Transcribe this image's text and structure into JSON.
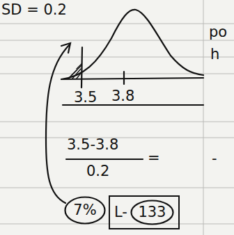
{
  "diagram": {
    "nodes": [
      {
        "text": [
          "L-"
        ]
      },
      {
        "text": [
          "133"
        ],
        "in": 0
      },
      {
        "text": [
          "7%"
        ]
      }
    ],
    "labels": [
      "SD = 0.2",
      "po",
      "h",
      "3.5",
      "3.8",
      "3.5-3.8",
      "0.2",
      "=",
      "-"
    ]
  }
}
